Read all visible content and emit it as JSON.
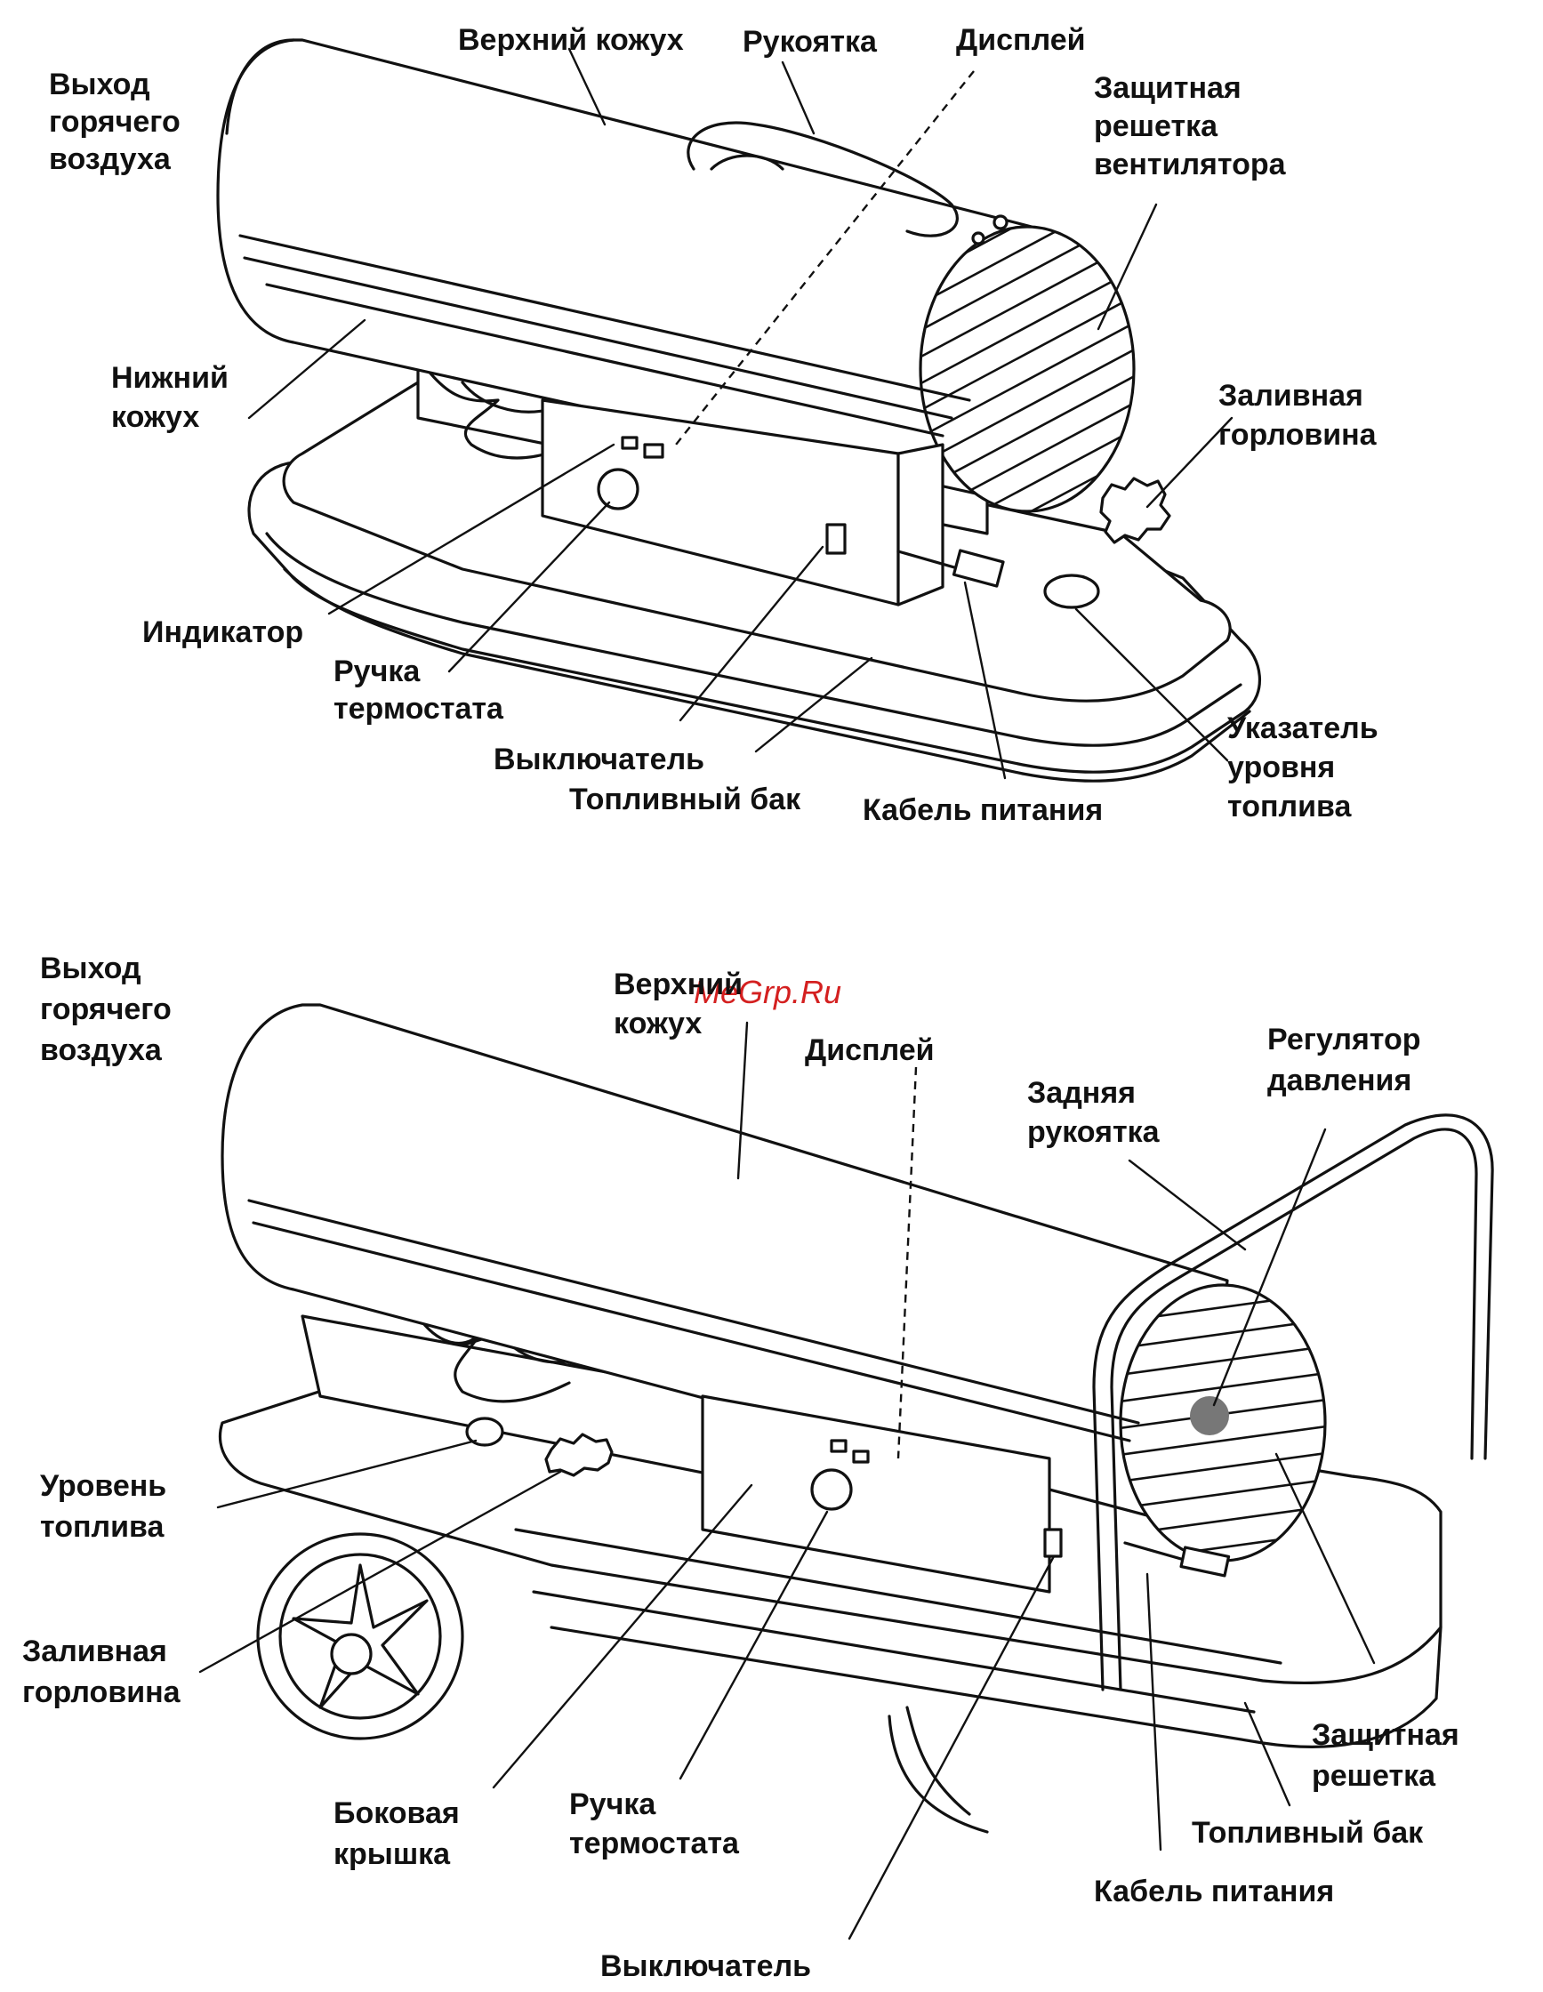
{
  "watermark": "MeGrp.Ru",
  "top_diagram": {
    "labels": {
      "upper_casing": "Верхний кожух",
      "handle": "Рукоятка",
      "display": "Дисплей",
      "hot_air_outlet": [
        "Выход",
        "горячего",
        "воздуха"
      ],
      "fan_guard": [
        "Защитная",
        "решетка",
        "вентилятора"
      ],
      "lower_casing": [
        "Нижний",
        "кожух"
      ],
      "filler_neck": [
        "Заливная",
        "горловина"
      ],
      "indicator": "Индикатор",
      "thermostat_knob": [
        "Ручка",
        "термостата"
      ],
      "switch": "Выключатель",
      "fuel_tank": "Топливный бак",
      "power_cable": "Кабель питания",
      "fuel_gauge": [
        "Указатель",
        "уровня",
        "топлива"
      ]
    }
  },
  "bottom_diagram": {
    "labels": {
      "hot_air_outlet": [
        "Выход",
        "горячего",
        "воздуха"
      ],
      "upper_casing": [
        "Верхний",
        "кожух"
      ],
      "display": "Дисплей",
      "pressure_regulator": [
        "Регулятор",
        "давления"
      ],
      "rear_handle": [
        "Задняя",
        "рукоятка"
      ],
      "fuel_level": [
        "Уровень",
        "топлива"
      ],
      "filler_neck": [
        "Заливная",
        "горловина"
      ],
      "side_cover": [
        "Боковая",
        "крышка"
      ],
      "thermostat_knob": [
        "Ручка",
        "термостата"
      ],
      "guard": [
        "Защитная",
        "решетка"
      ],
      "fuel_tank": "Топливный бак",
      "power_cable": "Кабель питания",
      "switch": "Выключатель"
    }
  }
}
